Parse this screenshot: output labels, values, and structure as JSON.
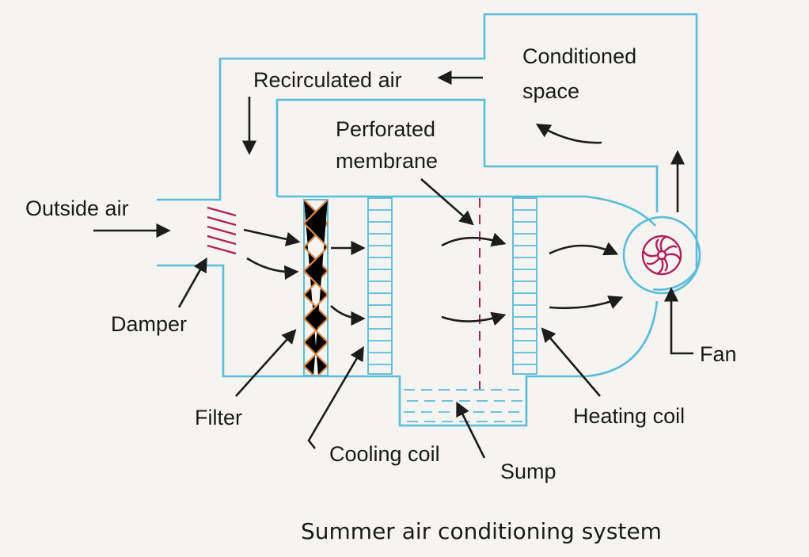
{
  "title": "Summer air conditioning system",
  "labels": {
    "outside_air": "Outside air",
    "recirculated_air": "Recirculated air",
    "conditioned_space": [
      "Conditioned",
      "space"
    ],
    "perforated_membrane": [
      "Perforated",
      "membrane"
    ],
    "damper": "Damper",
    "filter": "Filter",
    "cooling_coil": "Cooling coil",
    "sump": "Sump",
    "heating_coil": "Heating coil",
    "fan": "Fan"
  },
  "colors": {
    "duct": "#5bbbd8",
    "damper": "#b0205a",
    "filter_mesh": "#d9894a",
    "membrane": "#b0205a",
    "fan": "#b0205a",
    "arrow": "#1c1c1c",
    "text": "#1a1a1a"
  }
}
